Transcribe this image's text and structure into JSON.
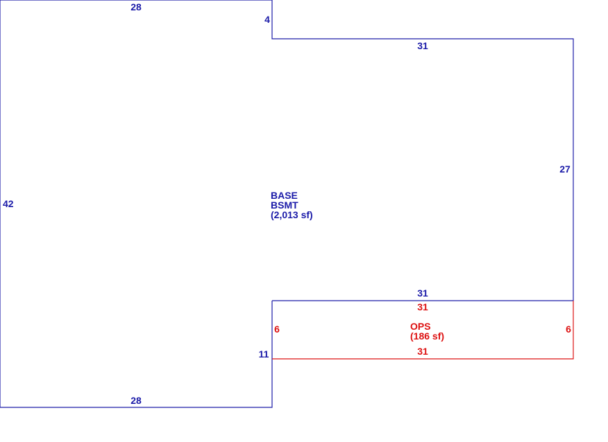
{
  "colors": {
    "base": "#1a1aa8",
    "ops": "#dd1111"
  },
  "base_area": {
    "line1": "BASE",
    "line2": "BSMT",
    "area": "(2,013 sf)",
    "dims": {
      "top_left": "28",
      "step": "4",
      "top_right": "31",
      "right": "27",
      "left": "42",
      "inner_top": "31",
      "inner_left": "11",
      "bottom": "28"
    }
  },
  "ops_area": {
    "line1": "OPS",
    "area": "(186 sf)",
    "dims": {
      "top": "31",
      "left": "6",
      "right": "6",
      "bottom": "31"
    }
  }
}
